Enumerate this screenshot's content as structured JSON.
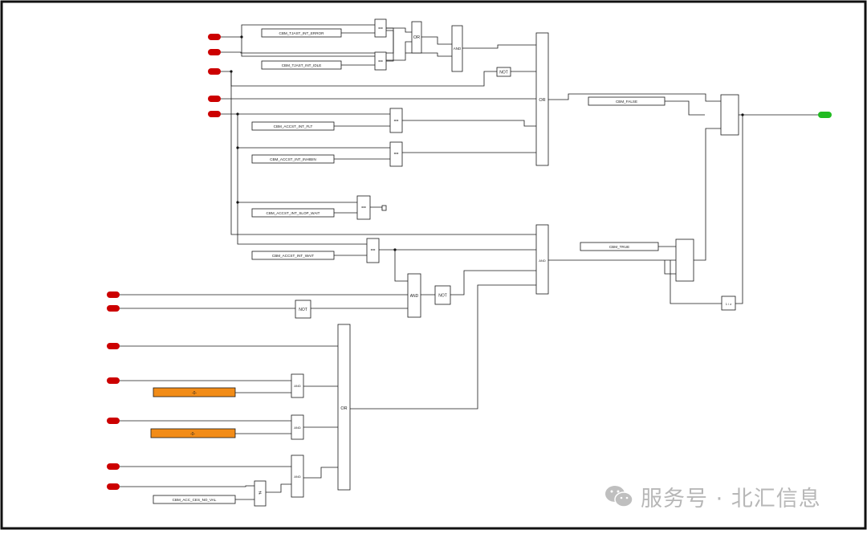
{
  "diagram": {
    "constants": {
      "cbm_tjast_int_error": "CBM_TJAST_INT_ERROR",
      "cbm_tjast_int_idle": "CBM_TJAST_INT_IDLE",
      "cbm_accst_int_flt": "CBM_ACCST_INT_FLT",
      "cbm_accst_int_inhibit": "CBM_ACCST_INT_INHIBIN",
      "cbm_accst_int_slop_wait": "CBM_ACCST_INT_SLOP_WAIT",
      "cbm_accst_int_wait": "CBM_ACCST_INT_WAIT",
      "cbm_false": "CBM_FALSE",
      "cbm_true": "CBM_TRUE",
      "cbm_acc_ces_no_val": "CBM_ACC_CES_NO_VAL"
    },
    "orange_constants": {
      "first": "-0-",
      "second": "-0-"
    },
    "blocks": {
      "eq": "==",
      "or": "OR",
      "and": "AND",
      "not": "NOT",
      "neq": "≠",
      "delay": "1 / z"
    }
  },
  "colors": {
    "inport": "#cc0000",
    "outport": "#22bb22",
    "orange_block": "#f28c18",
    "line": "#1a1a1a"
  },
  "watermark": {
    "text": "服务号 · 北汇信息",
    "icon": "wechat-icon"
  }
}
